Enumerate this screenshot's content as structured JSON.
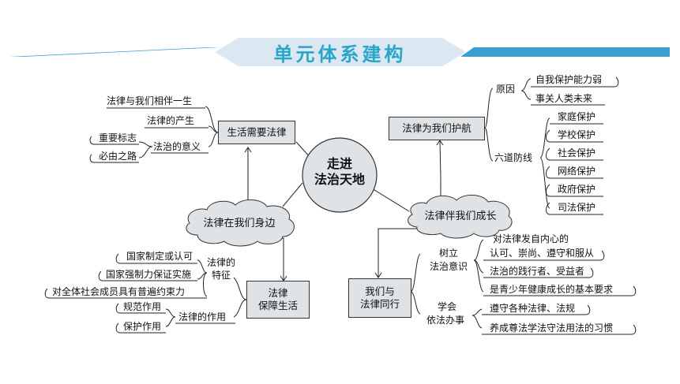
{
  "banner": {
    "title": "单元体系建构"
  },
  "center": {
    "line1": "走进",
    "line2": "法治天地"
  },
  "topic_life": {
    "title": "生活需要法律",
    "items": [
      "法律与我们相伴一生",
      "法律的产生",
      "法治的意义"
    ],
    "meaning_items": [
      "重要标志",
      "必由之路"
    ]
  },
  "topic_protect": {
    "title": "法律为我们护航",
    "reason_label": "原因",
    "reason_items": [
      "自我保护能力弱",
      "事关人类未来"
    ],
    "defense_label": "六道防线",
    "defense_items": [
      "家庭保护",
      "学校保护",
      "社会保护",
      "网络保护",
      "政府保护",
      "司法保护"
    ]
  },
  "cloud_left": {
    "label": "法律在我们身边"
  },
  "cloud_right": {
    "label": "法律伴我们成长"
  },
  "topic_guarantee": {
    "title_line1": "法律",
    "title_line2": "保障生活",
    "feature_label_line1": "法律的",
    "feature_label_line2": "特征",
    "features": [
      "国家制定或认可",
      "国家强制力保证实施",
      "对全体社会成员具有普遍约束力"
    ],
    "role_label": "法律的作用",
    "roles": [
      "规范作用",
      "保护作用"
    ]
  },
  "topic_together": {
    "title_line1": "我们与",
    "title_line2": "法律同行",
    "awareness_line1": "树立",
    "awareness_line2": "法治意识",
    "awareness_items": [
      "对法律发自内心的",
      "认可、崇尚、遵守和服从",
      "法治的践行者、受益者",
      "是青少年健康成长的基本要求"
    ],
    "act_line1": "学会",
    "act_line2": "依法办事",
    "act_items": [
      "遵守各种法律、法规",
      "养成尊法学法守法用法的习惯"
    ]
  }
}
